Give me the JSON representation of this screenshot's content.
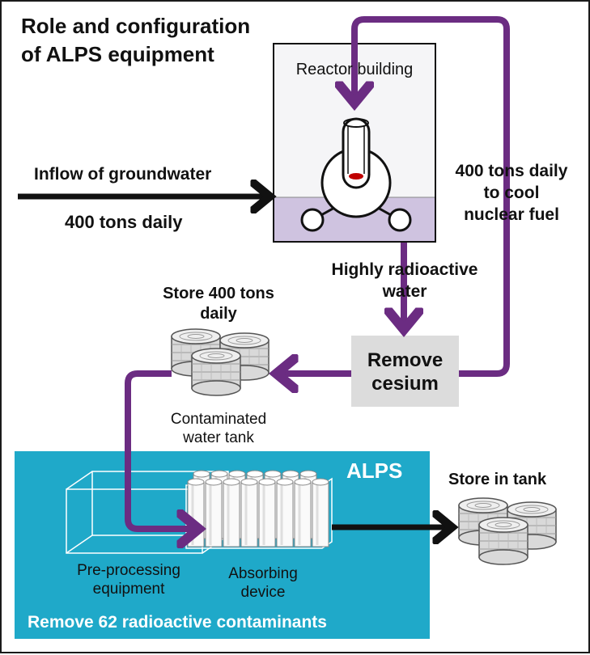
{
  "title_line1": "Role and configuration",
  "title_line2": "of ALPS equipment",
  "reactor_label": "Reactor building",
  "groundwater_label": "Inflow of groundwater",
  "groundwater_amount": "400 tons daily",
  "cooling_line1": "400 tons daily",
  "cooling_line2": "to cool",
  "cooling_line3": "nuclear fuel",
  "radioactive_line1": "Highly radioactive",
  "radioactive_line2": "water",
  "cesium_line1": "Remove",
  "cesium_line2": "cesium",
  "store_daily_line1": "Store 400 tons",
  "store_daily_line2": "daily",
  "tank_line1": "Contaminated",
  "tank_line2": "water tank",
  "alps_label": "ALPS",
  "store_tank_label": "Store in tank",
  "preproc_line1": "Pre-processing",
  "preproc_line2": "equipment",
  "absorb_line1": "Absorbing",
  "absorb_line2": "device",
  "remove_contaminants": "Remove 62 radioactive contaminants",
  "colors": {
    "purple": "#6b2c82",
    "alps_panel": "#1fa9c9",
    "water": "#cfc3e0",
    "cesium_box": "#dcdcdc",
    "reactor_box": "#f5f5f7"
  }
}
